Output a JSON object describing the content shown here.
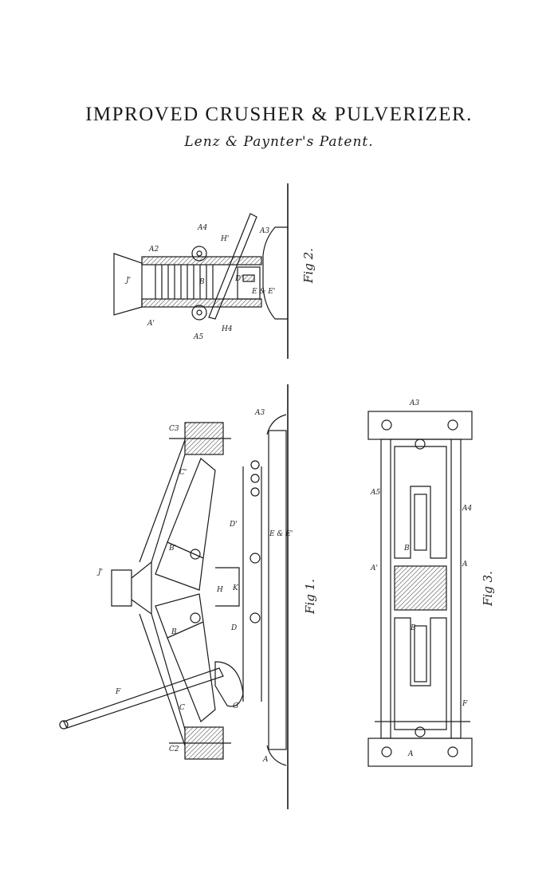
{
  "header": {
    "title": "IMPROVED  CRUSHER & PULVERIZER.",
    "subtitle": "Lenz & Paynter's Patent."
  },
  "figures": {
    "fig1": "Fig 1.",
    "fig2": "Fig 2.",
    "fig3": "Fig 3."
  },
  "labels": {
    "fig2": [
      "A4",
      "A2",
      "H'",
      "A3",
      "J'",
      "B",
      "D'",
      "E & E'",
      "A'",
      "A5",
      "H4"
    ],
    "fig1": [
      "C3",
      "A3",
      "C'",
      "D'",
      "E & E'",
      "B'",
      "J'",
      "H",
      "K",
      "D",
      "B",
      "F",
      "G",
      "C",
      "C2",
      "A"
    ],
    "fig3": [
      "A3",
      "A5",
      "A4",
      "B'",
      "A'",
      "A",
      "B",
      "F",
      "A"
    ]
  },
  "colors": {
    "ink": "#1a1a1a",
    "paper": "#ffffff",
    "hatch": "#555555"
  }
}
